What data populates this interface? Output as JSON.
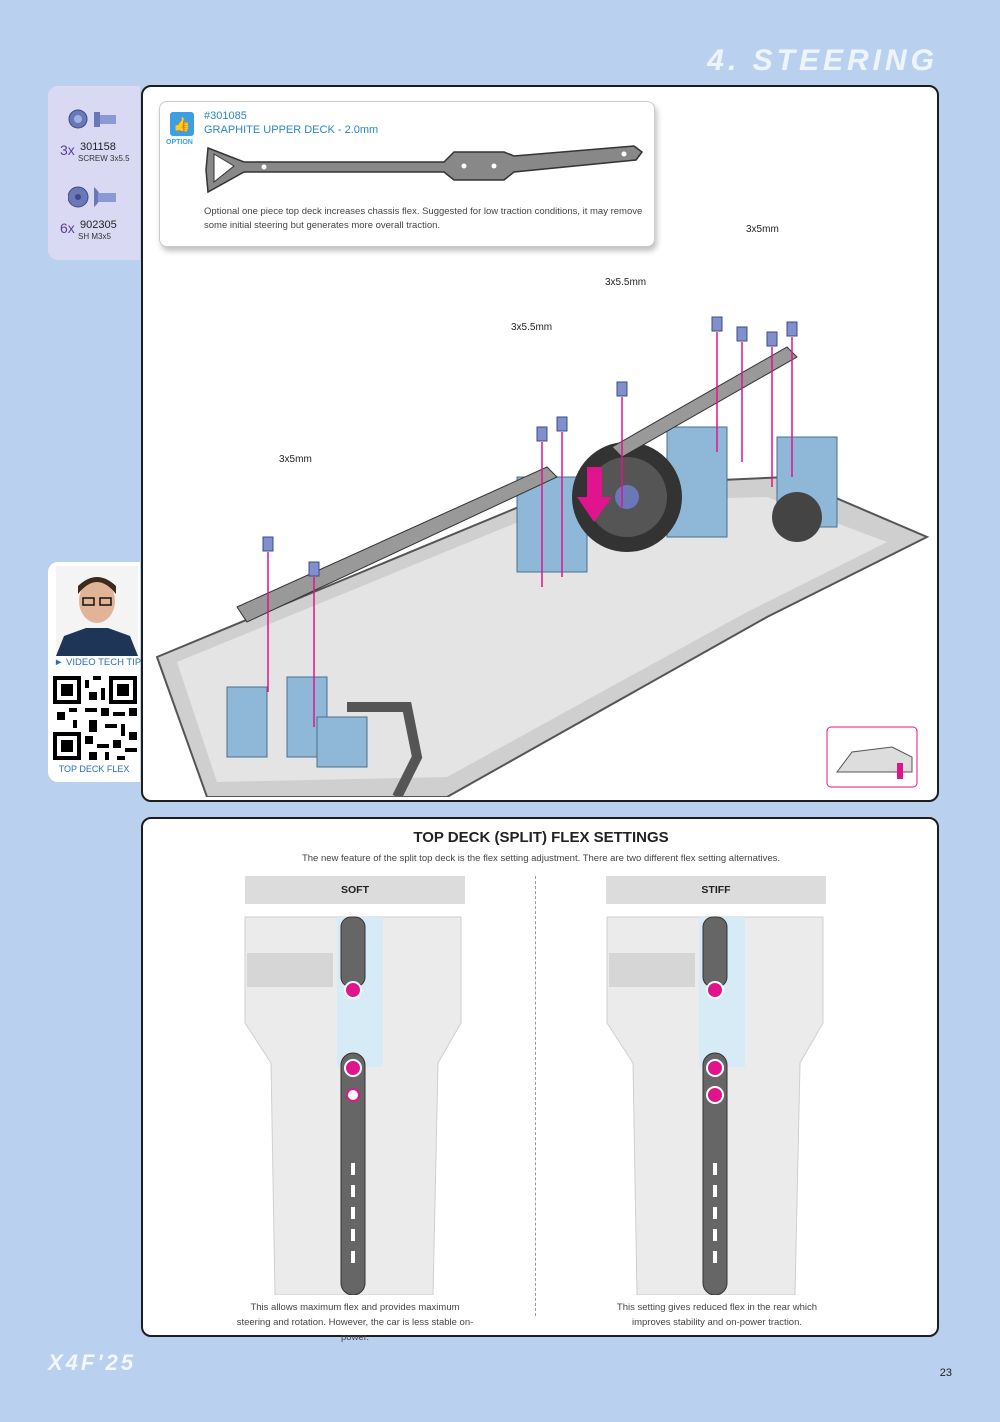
{
  "header": {
    "section_title": "4. STEERING"
  },
  "parts": [
    {
      "qty": "3x",
      "number": "301158",
      "desc": "SCREW 3x5.5"
    },
    {
      "qty": "6x",
      "number": "902305",
      "desc": "SH M3x5"
    }
  ],
  "option": {
    "badge": "OPTION",
    "part_number": "#301085",
    "name": "GRAPHITE UPPER DECK - 2.0mm",
    "text": "Optional one piece top deck increases chassis flex.  Suggested for low traction conditions, it may remove some initial steering but generates more overall traction."
  },
  "measurements": [
    "3x5mm",
    "3x5.5mm",
    "3x5.5mm",
    "3x5mm"
  ],
  "tech_tip": {
    "label": "VIDEO TECH TIP",
    "caption": "TOP DECK FLEX"
  },
  "flex": {
    "title": "TOP DECK (SPLIT) FLEX SETTINGS",
    "subtitle": "The new feature of the split top deck is the flex setting adjustment. There are two different flex setting alternatives.",
    "soft": {
      "label": "SOFT",
      "caption": "This allows maximum flex and provides maximum steering and rotation. However, the car is less stable on-power."
    },
    "stiff": {
      "label": "STIFF",
      "caption": "This setting gives reduced flex in the rear which improves stability and on-power traction."
    }
  },
  "footer": {
    "logo": "X4F'25",
    "page_number": "23"
  },
  "colors": {
    "accent_magenta": "#e0148c",
    "sky_blue": "#b9d1ee",
    "option_blue": "#3b9fe0"
  }
}
